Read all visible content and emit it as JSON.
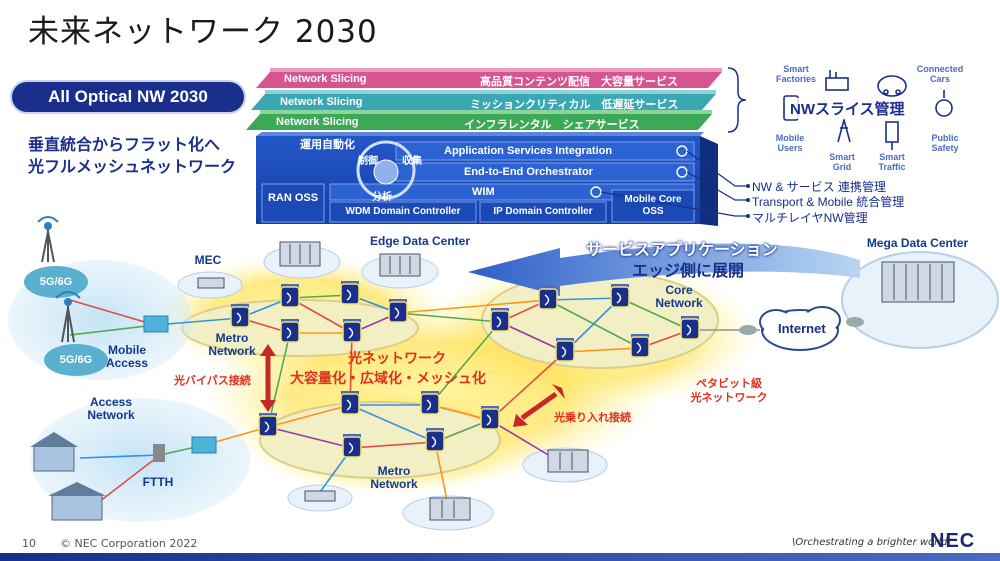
{
  "title": "未来ネットワーク 2030",
  "badge": "All Optical NW 2030",
  "subtitle_lines": [
    "垂直統合からフラット化へ",
    "光フルメッシュネットワーク"
  ],
  "slicing": [
    {
      "label": "Network Slicing",
      "service": "高品質コンテンツ配信　大容量サービス"
    },
    {
      "label": "Network Slicing",
      "service": "ミッションクリティカル　低遅延サービス"
    },
    {
      "label": "Network Slicing",
      "service": "インフラレンタル　シェアサービス"
    }
  ],
  "automation": {
    "title": "運用自動化",
    "control": "制御",
    "collect": "収集",
    "analyze": "分析"
  },
  "orchestration": {
    "app": "Application Services Integration",
    "e2e": "End-to-End Orchestrator",
    "wim": "WIM",
    "ran_oss": "RAN OSS",
    "wdm": "WDM Domain Controller",
    "ip": "IP Domain Controller",
    "mobile_core": "Mobile Core OSS"
  },
  "management_notes": [
    "NW & サービス 連携管理",
    "Transport & Mobile 統合管理",
    "マルチレイヤNW管理"
  ],
  "slice_mgmt": {
    "title": "NWスライス管理",
    "items": [
      "Smart Factories",
      "Connected Cars",
      "Mobile Users",
      "Smart Grid",
      "Smart Traffic",
      "Public Safety"
    ]
  },
  "network": {
    "edge_dc": "Edge Data Center",
    "mega_dc": "Mega Data Center",
    "mec": "MEC",
    "service_app": "サービスアプリケーション",
    "edge_deploy": "エッジ側に展開",
    "core_network": "Core Network",
    "internet": "Internet",
    "metro_network_top": "Metro Network",
    "metro_network_bottom": "Metro Network",
    "optical_nw": "光ネットワーク",
    "optical_features": "大容量化・広域化・メッシュ化",
    "optical_bypass": "光バイパス接続",
    "optical_transfer": "光乗り入れ接続",
    "petabit": "ペタビット級 光ネットワーク",
    "mobile_access": "Mobile Access",
    "access_network": "Access Network",
    "ftth": "FTTH",
    "cell_labels": [
      "5G/6G",
      "5G/6G"
    ]
  },
  "footer": {
    "page": "10",
    "copyright": "© NEC Corporation 2022",
    "slogan": "\\Orchestrating a brighter world",
    "logo": "NEC"
  }
}
